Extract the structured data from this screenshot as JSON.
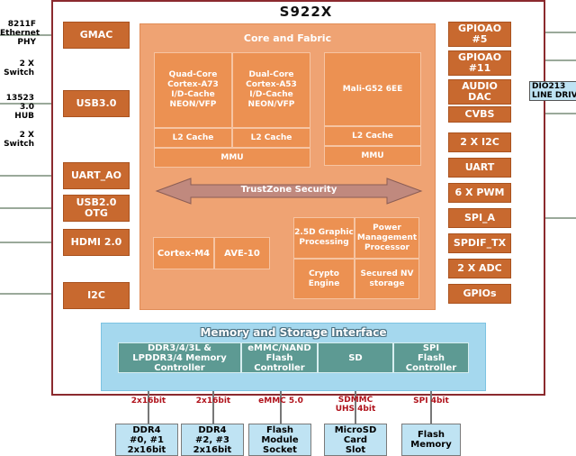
{
  "chip_title": "S922X",
  "left_labels": [
    "8211F\nEthernet\nPHY",
    "2 X\nSwitch",
    "13523\n3.0 HUB",
    "2 X\nSwitch"
  ],
  "left_boxes": [
    "GMAC",
    "USB3.0",
    "UART_AO",
    "USB2.0\nOTG",
    "HDMI 2.0",
    "I2C"
  ],
  "right_boxes": [
    "GPIOAO\n#5",
    "GPIOAO\n#11",
    "AUDIO\nDAC",
    "CVBS",
    "2 X I2C",
    "UART",
    "6 X PWM",
    "SPI_A",
    "SPDIF_TX",
    "2 X ADC",
    "GPIOs"
  ],
  "right_ext_label": "DIO213\nLINE DRIV",
  "core": {
    "title": "Core and Fabric",
    "cpu1": "Quad-Core\nCortex-A73\nI/D-Cache\nNEON/VFP",
    "cpu2": "Dual-Core\nCortex-A53\nI/D-Cache\nNEON/VFP",
    "l2a": "L2 Cache",
    "l2b": "L2 Cache",
    "mmu1": "MMU",
    "gpu": "Mali-G52 6EE",
    "l2c": "L2 Cache",
    "mmu2": "MMU",
    "trustzone": "TrustZone Security",
    "m4": "Cortex-M4",
    "ave": "AVE-10",
    "graphic": "2.5D Graphic\nProcessing",
    "pmp": "Power\nManagement\nProcessor",
    "crypto": "Crypto\nEngine",
    "nv": "Secured NV\nstorage"
  },
  "memory": {
    "title": "Memory and Storage Interface",
    "ddr": "DDR3/4/3L &\nLPDDR3/4 Memory\nController",
    "emmc": "eMMC/NAND\nFlash\nController",
    "sd": "SD",
    "spi": "SPI\nFlash\nController"
  },
  "bus_labels": [
    "2x16bit",
    "2x16bit",
    "eMMC 5.0",
    "SDMMC\nUHS 4bit",
    "SPI 4bit"
  ],
  "bottom_boxes": [
    "DDR4\n#0, #1\n2x16bit",
    "DDR4\n#2, #3\n2x16bit",
    "Flash\nModule\nSocket",
    "MicroSD\nCard\nSlot",
    "Flash\nMemory"
  ]
}
